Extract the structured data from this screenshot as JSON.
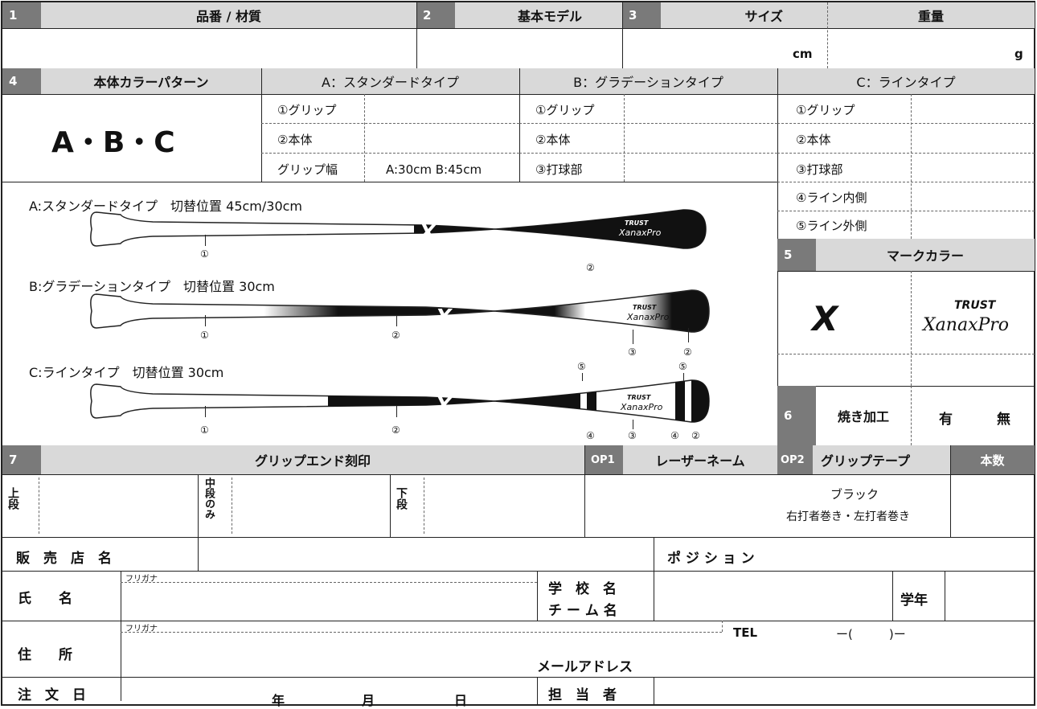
{
  "sec1": {
    "num": "1",
    "label": "品番 / 材質"
  },
  "sec2": {
    "num": "2",
    "label": "基本モデル"
  },
  "sec3": {
    "num": "3",
    "label": "サイズ",
    "weight_label": "重量",
    "cm": "cm",
    "g": "g"
  },
  "sec4": {
    "num": "4",
    "label": "本体カラーパターン",
    "pattern_value": "A・B・C",
    "type_a": "A：スタンダードタイプ",
    "type_b": "B：グラデーションタイプ",
    "type_c": "C：ラインタイプ",
    "a_rows": [
      "①グリップ",
      "②本体",
      "グリップ幅"
    ],
    "a_width_value": "A:30cm B:45cm",
    "b_rows": [
      "①グリップ",
      "②本体",
      "③打球部"
    ],
    "c_rows": [
      "①グリップ",
      "②本体",
      "③打球部",
      "④ライン内側",
      "⑤ライン外側"
    ]
  },
  "bats": {
    "a_title": "A:スタンダードタイプ　切替位置 45cm/30cm",
    "b_title": "B:グラデーションタイプ　切替位置 30cm",
    "c_title": "C:ラインタイプ　切替位置 30cm",
    "m1": "①",
    "m2": "②",
    "m3": "③",
    "m4": "④",
    "m5": "⑤",
    "logo": "X",
    "trust": "TRUST",
    "xanax": "XanaxPro"
  },
  "sec5": {
    "num": "5",
    "label": "マークカラー"
  },
  "sec6": {
    "num": "6",
    "label": "焼き加工",
    "yes": "有",
    "no": "無"
  },
  "sec7": {
    "num": "7",
    "label": "グリップエンド刻印",
    "upper": "上段",
    "middle": "中段のみ",
    "lower": "下段"
  },
  "op1": {
    "num": "OP1",
    "label": "レーザーネーム"
  },
  "op2": {
    "num": "OP2",
    "label": "グリップテープ",
    "qty": "本数",
    "color": "ブラック",
    "wrap": "右打者巻き・左打者巻き"
  },
  "shop": {
    "label": "販　売　店　名",
    "position": "ポ ジ シ ョ ン"
  },
  "name": {
    "label": "氏　　名",
    "furigana": "フリガナ",
    "school1": "学　校　名",
    "school2": "チ ー ム 名",
    "grade": "学年"
  },
  "address": {
    "label": "住　　所",
    "furigana": "フリガナ",
    "tel": "TEL",
    "tel_format": "ー(　　　)ー",
    "email": "メールアドレス"
  },
  "order": {
    "label": "注　文　日",
    "year": "年",
    "month": "月",
    "day": "日",
    "staff": "担　当　者"
  }
}
